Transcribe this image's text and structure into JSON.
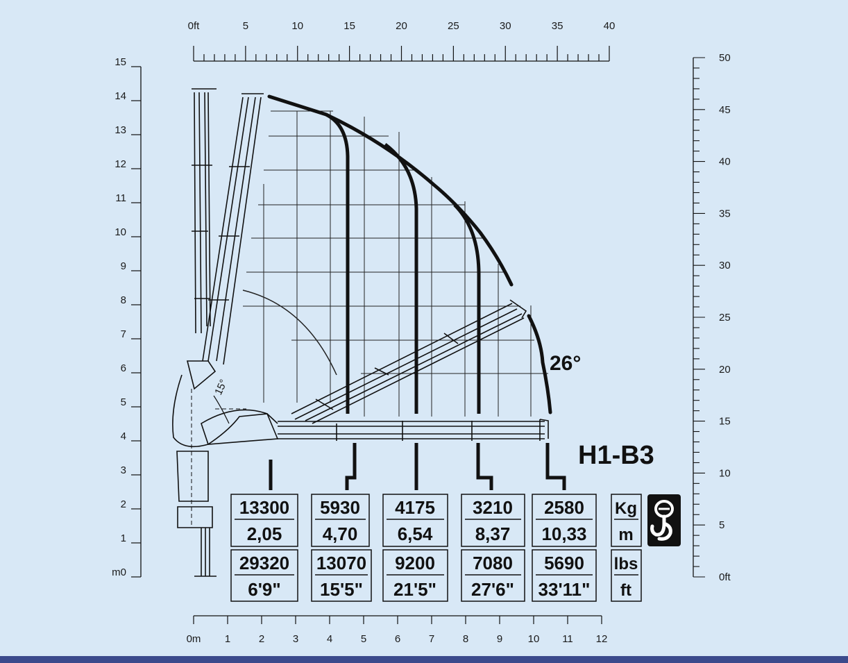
{
  "model": "H1-B3",
  "angle_label": "26°",
  "angle_small_label": "15°",
  "scales": {
    "top_ft": [
      "0ft",
      "5",
      "10",
      "15",
      "20",
      "25",
      "30",
      "35",
      "40"
    ],
    "bottom_m": [
      "0m",
      "1",
      "2",
      "3",
      "4",
      "5",
      "6",
      "7",
      "8",
      "9",
      "10",
      "11",
      "12"
    ],
    "left_m": [
      "m0",
      "1",
      "2",
      "3",
      "4",
      "5",
      "6",
      "7",
      "8",
      "9",
      "10",
      "11",
      "12",
      "13",
      "14",
      "15"
    ],
    "right_ft": [
      "0ft",
      "5",
      "10",
      "15",
      "20",
      "25",
      "30",
      "35",
      "40",
      "45",
      "50"
    ]
  },
  "load_table": {
    "metric": [
      {
        "kg": "13300",
        "m": "2,05"
      },
      {
        "kg": "5930",
        "m": "4,70"
      },
      {
        "kg": "4175",
        "m": "6,54"
      },
      {
        "kg": "3210",
        "m": "8,37"
      },
      {
        "kg": "2580",
        "m": "10,33"
      }
    ],
    "imperial": [
      {
        "lbs": "29320",
        "ft": "6'9\""
      },
      {
        "lbs": "13070",
        "ft": "15'5\""
      },
      {
        "lbs": "9200",
        "ft": "21'5\""
      },
      {
        "lbs": "7080",
        "ft": "27'6\""
      },
      {
        "lbs": "5690",
        "ft": "33'11\""
      }
    ]
  },
  "units": {
    "kg": "Kg",
    "m": "m",
    "lbs": "lbs",
    "ft": "ft"
  },
  "icons": {
    "hook": "crane-hook-icon"
  },
  "colors": {
    "background": "#d8e8f6",
    "ink": "#111111",
    "footer_bar": "#3b4a8c"
  }
}
